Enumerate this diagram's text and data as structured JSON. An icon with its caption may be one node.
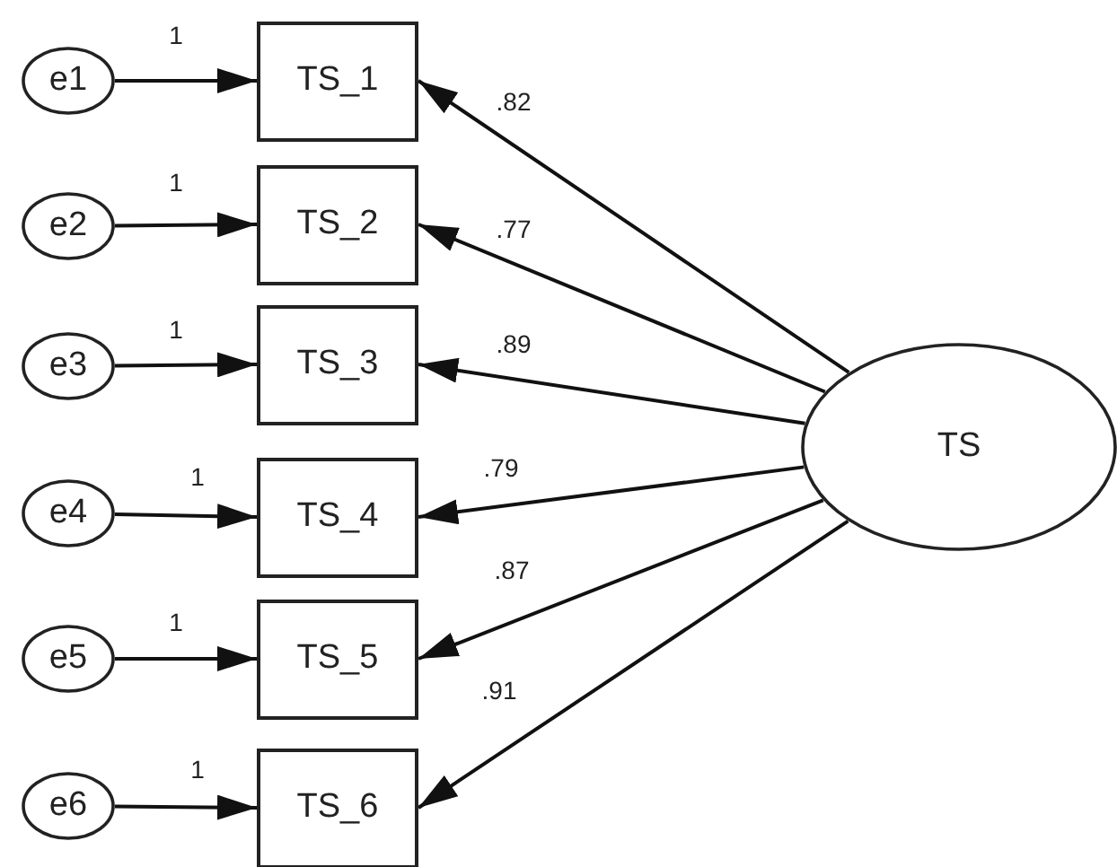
{
  "diagram": {
    "nodes": [
      {
        "text": [
          "e1"
        ]
      },
      {
        "text": [
          "e2"
        ]
      },
      {
        "text": [
          "e3"
        ]
      },
      {
        "text": [
          "e4"
        ]
      },
      {
        "text": [
          "e5"
        ]
      },
      {
        "text": [
          "e6"
        ]
      },
      {
        "text": [
          "TS_1"
        ]
      },
      {
        "text": [
          "TS_2"
        ]
      },
      {
        "text": [
          "TS_3"
        ]
      },
      {
        "text": [
          "TS_4"
        ]
      },
      {
        "text": [
          "TS_5"
        ]
      },
      {
        "text": [
          "TS_6"
        ]
      },
      {
        "text": [
          "TS"
        ]
      }
    ],
    "edges": [
      {
        "from": 0,
        "to": 6,
        "arrow": "to",
        "label": "1"
      },
      {
        "from": 1,
        "to": 7,
        "arrow": "to",
        "label": "1"
      },
      {
        "from": 2,
        "to": 8,
        "arrow": "to",
        "label": "1"
      },
      {
        "from": 3,
        "to": 9,
        "arrow": "to",
        "label": "1"
      },
      {
        "from": 4,
        "to": 10,
        "arrow": "to",
        "label": "1"
      },
      {
        "from": 5,
        "to": 11,
        "arrow": "to",
        "label": "1"
      },
      {
        "from": 12,
        "to": 6,
        "arrow": "to",
        "label": ".82"
      },
      {
        "from": 12,
        "to": 7,
        "arrow": "to",
        "label": ".77"
      },
      {
        "from": 12,
        "to": 8,
        "arrow": "to",
        "label": ".89"
      },
      {
        "from": 12,
        "to": 9,
        "arrow": "to",
        "label": ".79"
      },
      {
        "from": 12,
        "to": 10,
        "arrow": "to",
        "label": ".87"
      },
      {
        "from": 12,
        "to": 11,
        "arrow": "to",
        "label": ".91"
      }
    ]
  }
}
